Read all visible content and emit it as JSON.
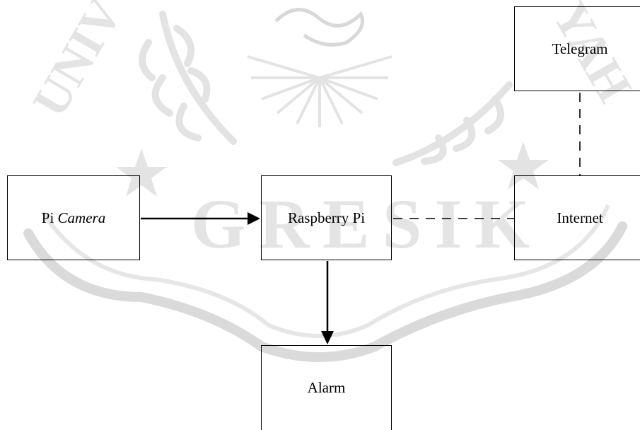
{
  "watermark": {
    "text_top_left": "UNIV",
    "text_bottom": "GRESIK",
    "text_top_right": "YAH",
    "color": "#d9d9d9"
  },
  "nodes": {
    "camera": {
      "label_plain": "Pi ",
      "label_italic": "Camera"
    },
    "rpi": {
      "label": "Raspberry Pi"
    },
    "internet": {
      "label": "Internet"
    },
    "telegram": {
      "label": "Telegram"
    },
    "alarm": {
      "label": "Alarm"
    }
  },
  "edges": [
    {
      "from": "Pi Camera",
      "to": "Raspberry Pi",
      "style": "solid-arrow"
    },
    {
      "from": "Raspberry Pi",
      "to": "Alarm",
      "style": "solid-arrow"
    },
    {
      "from": "Raspberry Pi",
      "to": "Internet",
      "style": "dashed"
    },
    {
      "from": "Internet",
      "to": "Telegram",
      "style": "dashed"
    }
  ]
}
